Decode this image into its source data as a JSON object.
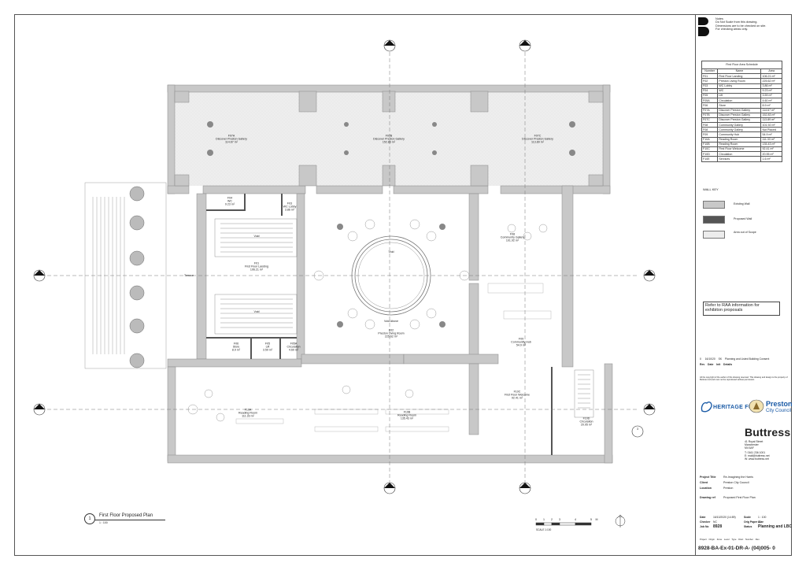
{
  "notes": {
    "heading": "Notes",
    "line1": "Do Not Scale from this drawing.",
    "line2": "Dimensions are to be checked on site.",
    "line3": "For checking areas only."
  },
  "schedule": {
    "title": "First Floor Area Schedule",
    "columns": [
      "Number",
      "Name",
      "Area"
    ],
    "rows": [
      [
        "F01",
        "First Floor Landing",
        "106.21 m²"
      ],
      [
        "F02",
        "Preston Living Room",
        "225.62 m²"
      ],
      [
        "F03",
        "WC Lobby",
        "3.86 m²"
      ],
      [
        "F04",
        "WC",
        "9.23 m²"
      ],
      [
        "F05",
        "Lift",
        "3.59 m²"
      ],
      [
        "F05A",
        "Circulation",
        "4.60 m²"
      ],
      [
        "F06",
        "Store",
        "8.9 m²"
      ],
      [
        "F07A",
        "Discover Preston Gallery",
        "114.67 m²"
      ],
      [
        "F07B",
        "Discover Preston Gallery",
        "152.83 m²"
      ],
      [
        "F07C",
        "Discover Preston Gallery",
        "113.89 m²"
      ],
      [
        "F08",
        "Community Gallery",
        "101.92 m²"
      ],
      [
        "F08",
        "Community Gallery",
        "Not Placed"
      ],
      [
        "F09",
        "Community Hub",
        "54.9 m²"
      ],
      [
        "F10A",
        "Reading Room",
        "111.33 m²"
      ],
      [
        "F10B",
        "Reading Room",
        "135.43 m²"
      ],
      [
        "F10C",
        "First Floor Welcome",
        "92.41 m²"
      ],
      [
        "F10D",
        "Circulation",
        "20.95 m²"
      ],
      [
        "F10E",
        "Services",
        "1.6 m²"
      ]
    ]
  },
  "wall_key": {
    "title": "WALL KEY",
    "items": [
      {
        "label": "Existing Wall",
        "color": "#c8c8c8"
      },
      {
        "label": "Proposed Wall",
        "color": "#555555"
      },
      {
        "label": "Area out of Scope",
        "color": "#ececec"
      }
    ]
  },
  "raa_note": "Refer to RAA information for exhibiton proposals",
  "revision": {
    "row": [
      "0",
      "16/10/20",
      "SK",
      "Planning and Listed Building Consent"
    ],
    "headers": [
      "Rev",
      "Date",
      "Init",
      "Details"
    ]
  },
  "copyright": "All the copyright of the author of this drawing reserved. This drawing and design is the property of Buttress Ltd and must not be reproduced without permission.",
  "logos": {
    "heritage": "HERITAGE FUND",
    "preston": "Preston",
    "preston_sub": "City Council"
  },
  "practice": {
    "name": "Buttress",
    "address": [
      "41 Royal Street",
      "Manchester",
      "M4 6AF"
    ],
    "phone": "T: 0161 236 1001",
    "email": "E: mail@buttress.net",
    "web": "W: www.buttress.net"
  },
  "project": {
    "labels": [
      "Project Title",
      "Client",
      "Location"
    ],
    "values": [
      "Re-Imagining the Harris",
      "Preston City Council",
      "Preston"
    ]
  },
  "drawing": {
    "label": "Drawing ref",
    "value": "Proposed First Floor Plan"
  },
  "meta": {
    "date_label": "Date",
    "date": "16/10/2020 (14:89)",
    "scale_label": "Scale",
    "scale": "1 : 100",
    "checker_label": "Checker",
    "checker": "NC",
    "paper_label": "Orig Paper Size",
    "paper": "A1",
    "job_label": "Job No",
    "job": "8928",
    "status_label": "Status",
    "status": "Planning and LBC"
  },
  "docno_fields": [
    "Project",
    "Origin",
    "Zone",
    "Level",
    "Type",
    "Disci",
    "Number",
    "Rev"
  ],
  "docno": "8928-BA-Ex-01-DR-A- (04)005- 0",
  "plan": {
    "number": "1",
    "title": "First Floor Proposed Plan",
    "scale": "1 : 100"
  },
  "scale_bar": {
    "ticks": [
      "0",
      "1",
      "2",
      "3",
      "4",
      "5"
    ],
    "unit": "M",
    "label": "SCALE 1:100"
  },
  "grid_markers": [
    "1",
    "2",
    "3",
    "A",
    "B",
    "C"
  ],
  "rooms": [
    {
      "code": "F07A",
      "name": "Discover Preston Gallery",
      "area": "114.67 m²"
    },
    {
      "code": "F07B",
      "name": "Discover Preston Gallery",
      "area": "152.83 m²"
    },
    {
      "code": "F07C",
      "name": "Discover Preston Gallery",
      "area": "113.89 m²"
    },
    {
      "code": "F04",
      "name": "WC",
      "area": "9.23 m²"
    },
    {
      "code": "F03",
      "name": "WC Lobby",
      "area": "3.86 m²"
    },
    {
      "code": "F01",
      "name": "First Floor Landing",
      "area": "106.21 m²"
    },
    {
      "code": "F08",
      "name": "Community Gallery",
      "area": "101.92 m²"
    },
    {
      "code": "F02",
      "name": "Preston Living Room",
      "area": "225.62 m²"
    },
    {
      "code": "F09",
      "name": "Community Hub",
      "area": "54.9 m²"
    },
    {
      "code": "F06",
      "name": "Store",
      "area": "8.9 m²"
    },
    {
      "code": "F05",
      "name": "Lift",
      "area": "3.59 m²"
    },
    {
      "code": "F05A",
      "name": "Circulation",
      "area": "4.60 m²"
    },
    {
      "code": "F10A",
      "name": "Reading Room",
      "area": "111.33 m²"
    },
    {
      "code": "F10B",
      "name": "Reading Room",
      "area": "135.43 m²"
    },
    {
      "code": "F10C",
      "name": "First Floor Welcome",
      "area": "92.41 m²"
    },
    {
      "code": "F10D",
      "name": "Circulation",
      "area": "20.95 m²"
    }
  ],
  "plan_labels": {
    "terrace": "Terrace",
    "void": "Void",
    "void_above": "Void Above"
  }
}
